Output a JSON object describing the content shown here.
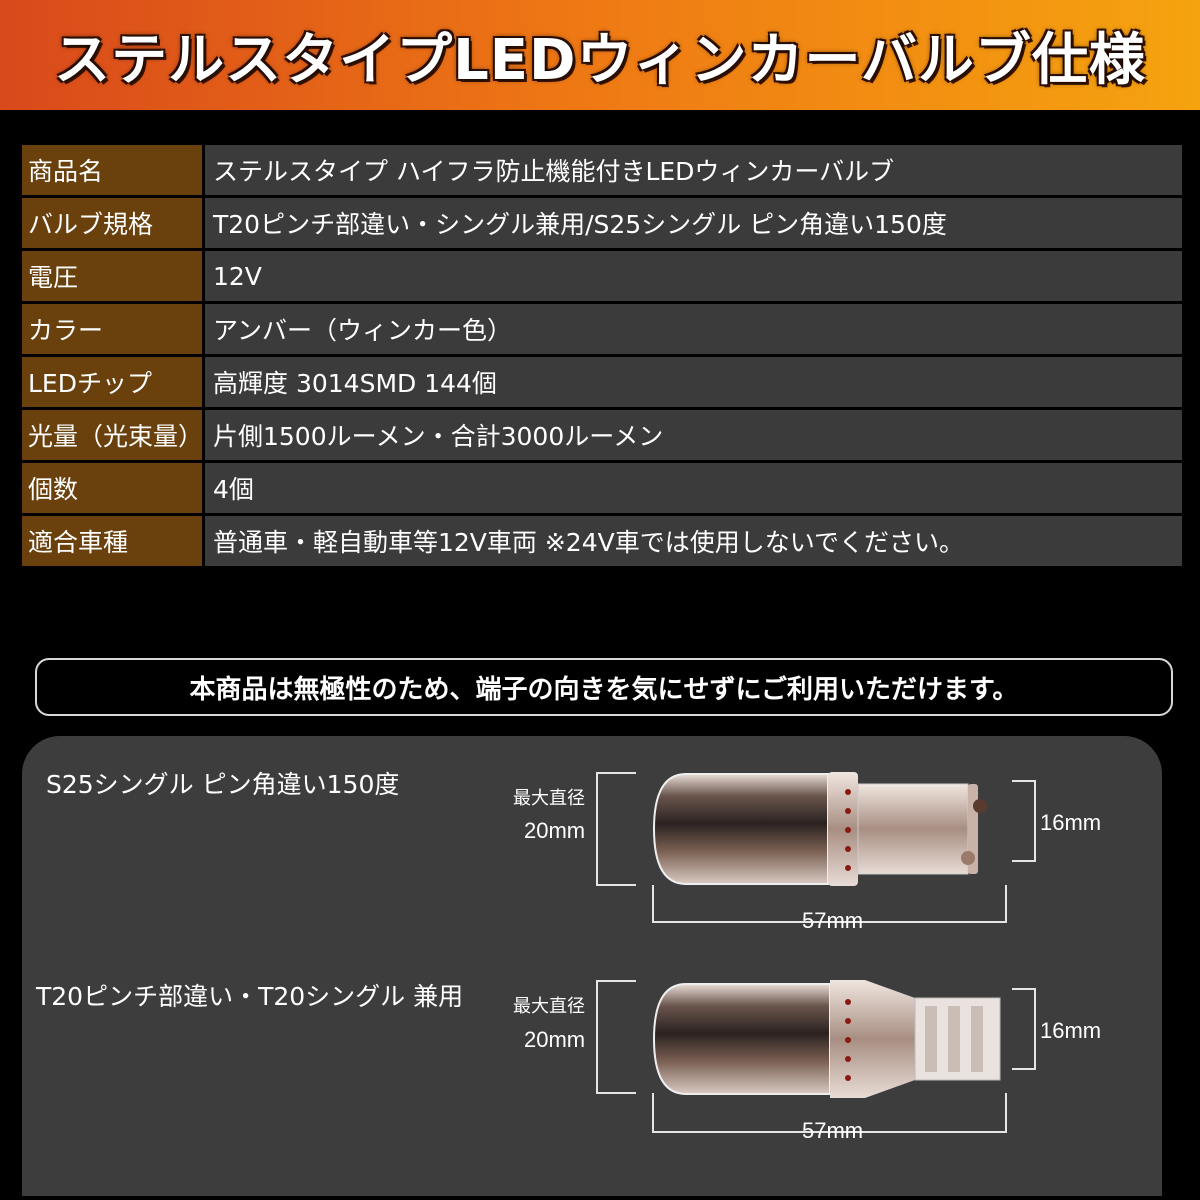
{
  "header": {
    "title": "ステルスタイプLEDウィンカーバルブ仕様"
  },
  "specs": [
    {
      "label": "商品名",
      "value": "ステルスタイプ ハイフラ防止機能付きLEDウィンカーバルブ"
    },
    {
      "label": "バルブ規格",
      "value": "T20ピンチ部違い・シングル兼用/S25シングル ピン角違い150度"
    },
    {
      "label": "電圧",
      "value": "12V"
    },
    {
      "label": "カラー",
      "value": "アンバー（ウィンカー色）"
    },
    {
      "label": "LEDチップ",
      "value": "高輝度 3014SMD 144個"
    },
    {
      "label": "光量（光束量）",
      "value": "片側1500ルーメン・合計3000ルーメン"
    },
    {
      "label": "個数",
      "value": "4個"
    },
    {
      "label": "適合車種",
      "value": "普通車・軽自動車等12V車両 ※24V車では使用しないでください。"
    }
  ],
  "notice": "本商品は無極性のため、端子の向きを気にせずにご利用いただけます。",
  "bulbs": [
    {
      "name": "S25シングル ピン角違い150度",
      "max_diameter_label": "最大直径",
      "diameter": "20mm",
      "length": "57mm",
      "base": "16mm"
    },
    {
      "name": "T20ピンチ部違い・T20シングル 兼用",
      "max_diameter_label": "最大直径",
      "diameter": "20mm",
      "length": "57mm",
      "base": "16mm"
    }
  ],
  "colors": {
    "banner_start": "#d9491b",
    "banner_end": "#f5a30f",
    "label_bg": "#6a400d",
    "value_bg": "#3b3b3b",
    "panel_bg": "#3d3d3d"
  }
}
